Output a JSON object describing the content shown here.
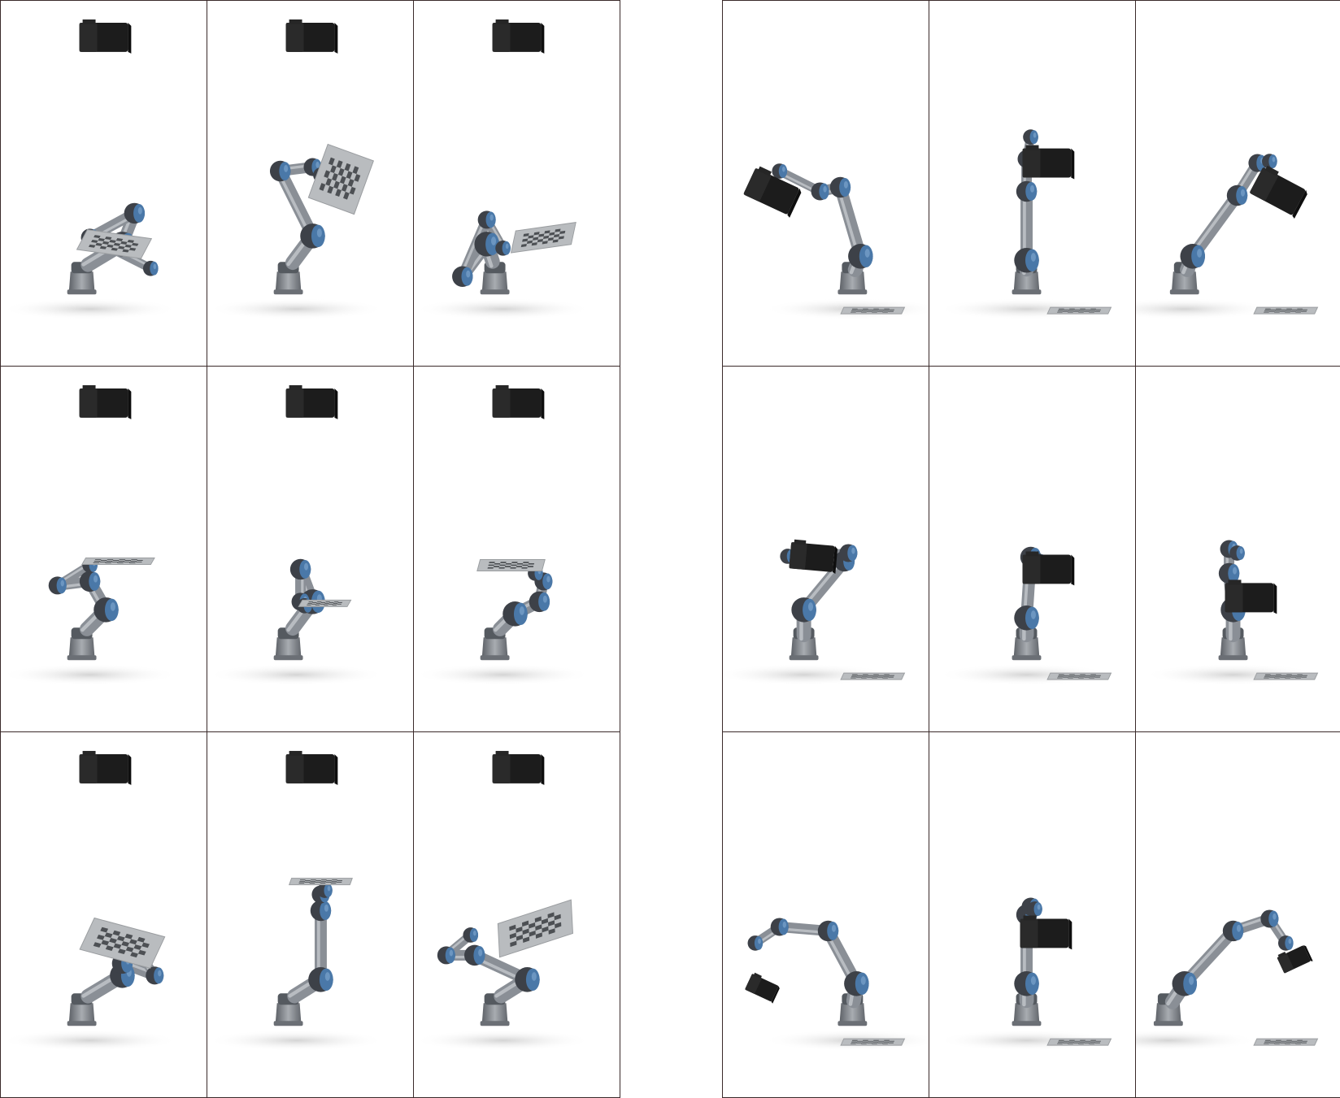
{
  "figure": {
    "panels": [
      {
        "name": "left-grid",
        "scene": "eye-to-hand",
        "cells": [
          {
            "pose": 1,
            "held_object": "checkerboard",
            "camera": "fixed-overhead"
          },
          {
            "pose": 2,
            "held_object": "checkerboard",
            "camera": "fixed-overhead"
          },
          {
            "pose": 3,
            "held_object": "checkerboard",
            "camera": "fixed-overhead"
          },
          {
            "pose": 4,
            "held_object": "checkerboard",
            "camera": "fixed-overhead"
          },
          {
            "pose": 5,
            "held_object": "checkerboard",
            "camera": "fixed-overhead"
          },
          {
            "pose": 6,
            "held_object": "checkerboard",
            "camera": "fixed-overhead"
          },
          {
            "pose": 7,
            "held_object": "checkerboard",
            "camera": "fixed-overhead"
          },
          {
            "pose": 8,
            "held_object": "checkerboard",
            "camera": "fixed-overhead"
          },
          {
            "pose": 9,
            "held_object": "checkerboard",
            "camera": "fixed-overhead"
          }
        ]
      },
      {
        "name": "right-grid",
        "scene": "eye-in-hand",
        "cells": [
          {
            "pose": 1,
            "held_object": "camera",
            "target": "checkerboard-on-floor"
          },
          {
            "pose": 2,
            "held_object": "camera",
            "target": "checkerboard-on-floor"
          },
          {
            "pose": 3,
            "held_object": "camera",
            "target": "checkerboard-on-floor"
          },
          {
            "pose": 4,
            "held_object": "camera",
            "target": "checkerboard-on-floor"
          },
          {
            "pose": 5,
            "held_object": "camera",
            "target": "checkerboard-on-floor"
          },
          {
            "pose": 6,
            "held_object": "camera",
            "target": "checkerboard-on-floor"
          },
          {
            "pose": 7,
            "held_object": "camera",
            "target": "checkerboard-on-floor"
          },
          {
            "pose": 8,
            "held_object": "camera",
            "target": "checkerboard-on-floor"
          },
          {
            "pose": 9,
            "held_object": "camera",
            "target": "checkerboard-on-floor"
          }
        ]
      }
    ],
    "colors": {
      "link": "#8a8f96",
      "link_light": "#c3c7cc",
      "joint_cap": "#4a78a8",
      "joint_dark": "#3d4148",
      "camera": "#1c1c1c",
      "checker_plate": "#b9bcbf",
      "checker_dark": "#4d5054",
      "border": "#3a2a2a",
      "shadow": "#d9d9d9"
    }
  }
}
